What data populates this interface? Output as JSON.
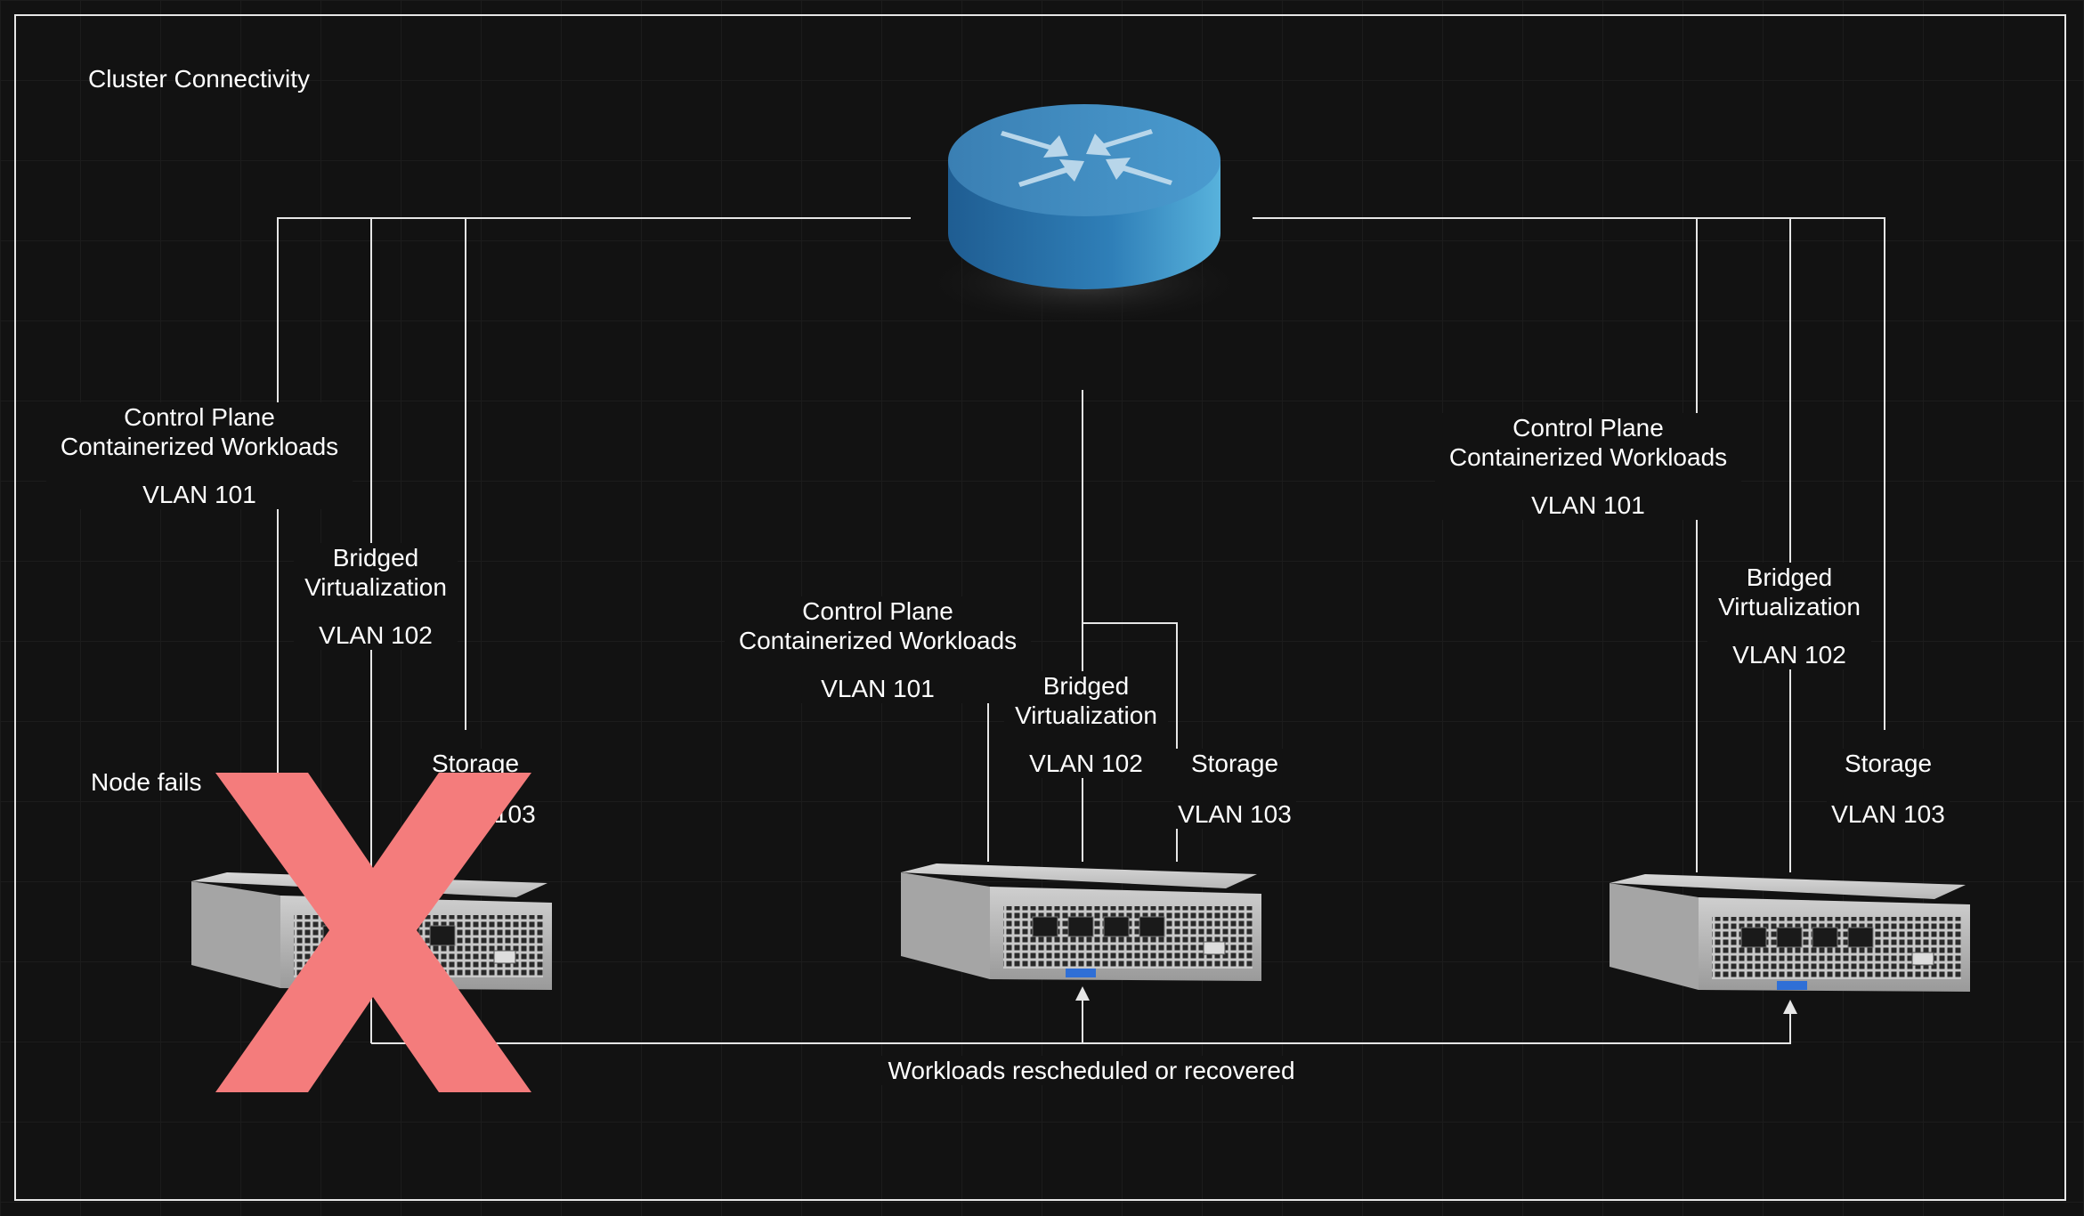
{
  "title": "Cluster Connectivity",
  "router": {
    "icon": "router-icon"
  },
  "nodes": [
    {
      "icon": "server-icon",
      "status": "failed",
      "labels": {
        "control": [
          "Control Plane",
          "Containerized Workloads"
        ],
        "control_vlan": "VLAN 101",
        "bridged": [
          "Bridged",
          "Virtualization"
        ],
        "bridged_vlan": "VLAN 102",
        "storage": "Storage",
        "storage_vlan": "VLAN 103"
      }
    },
    {
      "icon": "server-icon",
      "status": "ok",
      "labels": {
        "control": [
          "Control Plane",
          "Containerized Workloads"
        ],
        "control_vlan": "VLAN 101",
        "bridged": [
          "Bridged",
          "Virtualization"
        ],
        "bridged_vlan": "VLAN 102",
        "storage": "Storage",
        "storage_vlan": "VLAN 103"
      }
    },
    {
      "icon": "server-icon",
      "status": "ok",
      "labels": {
        "control": [
          "Control Plane",
          "Containerized Workloads"
        ],
        "control_vlan": "VLAN 101",
        "bridged": [
          "Bridged",
          "Virtualization"
        ],
        "bridged_vlan": "VLAN 102",
        "storage": "Storage",
        "storage_vlan": "VLAN 103"
      }
    }
  ],
  "failure_label": "Node fails",
  "failure_icon": "failure-x-icon",
  "recovery_label": "Workloads rescheduled or recovered",
  "colors": {
    "background": "#121212",
    "line": "#e6e6e6",
    "failure": "#f47c7c",
    "router": "#3b8ec4"
  }
}
